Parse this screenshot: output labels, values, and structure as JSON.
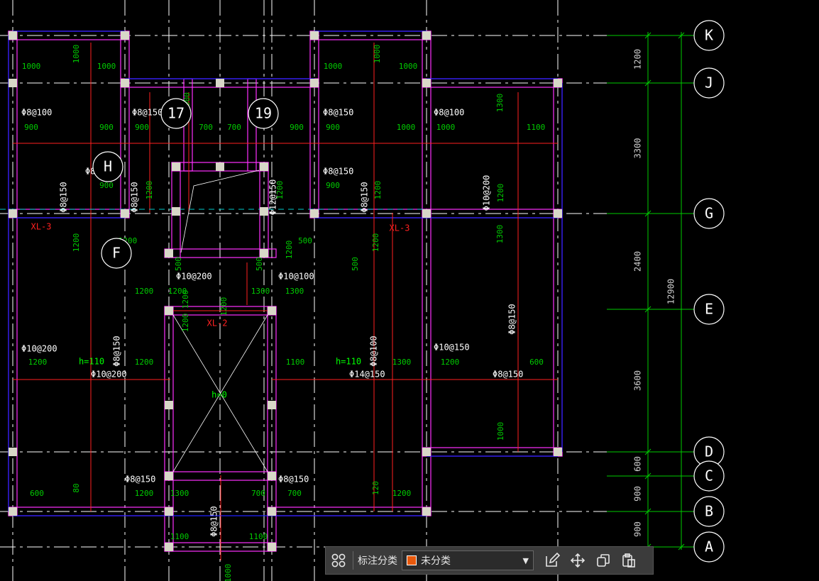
{
  "colors": {
    "background": "#000000",
    "wall": "#ff30ff",
    "beam": "#2020ff",
    "gridline": "#ffffff",
    "dimension": "#00cc00",
    "rebar_label": "#ffffff",
    "beam_label": "#ff2020",
    "column": "#d8d8c8",
    "accent": "#e8590c"
  },
  "axes": {
    "vertical": [
      "K",
      "J",
      "G",
      "E",
      "D",
      "C",
      "B",
      "A"
    ],
    "horizontal": [
      "17",
      "19",
      "H",
      "F"
    ]
  },
  "dimensions": {
    "segments": [
      "1200",
      "3300",
      "2400",
      "3600",
      "600",
      "900",
      "900"
    ],
    "total": "12900"
  },
  "annotations": {
    "rebar": [
      "Φ8@100",
      "Φ8@150",
      "Φ8@150",
      "Φ8@100",
      "Φ8@150",
      "Φ8@150",
      "Φ8@150",
      "Φ8@150",
      "Φ12@150",
      "Φ8@150",
      "Φ10@200",
      "Φ10@200",
      "Φ10@100",
      "Φ10@200",
      "Φ10@200",
      "Φ14@150",
      "Φ10@150",
      "Φ8@150",
      "Φ8@150",
      "Φ8@100",
      "Φ8@150",
      "Φ8@150",
      "Φ8@150",
      "Φ8@150"
    ],
    "beams": [
      "XL-3",
      "XL-3",
      "XL-2"
    ],
    "slabs": [
      "h=110",
      "h=110",
      "h=0"
    ],
    "lengths": [
      "1000",
      "1000",
      "1000",
      "1000",
      "1000",
      "1000",
      "900",
      "900",
      "900",
      "900",
      "900",
      "1000",
      "1000",
      "1100",
      "700",
      "700",
      "900",
      "900",
      "900",
      "1200",
      "1200",
      "1200",
      "1200",
      "1200",
      "1200",
      "500",
      "500",
      "1200",
      "500",
      "500",
      "1200",
      "1200",
      "1200",
      "1300",
      "1300",
      "1200",
      "1200",
      "1100",
      "1300",
      "1200",
      "600",
      "600",
      "1200",
      "1300",
      "700",
      "700",
      "1200",
      "1100",
      "1100",
      "1000",
      "1000",
      "1300",
      "1300",
      "80",
      "120",
      "1200",
      "1200",
      "1200"
    ]
  },
  "toolbar": {
    "grid_icon": "grid-icon",
    "category_label": "标注分类",
    "category_value": "未分类",
    "category_color": "#e8590c",
    "tools": [
      "edit-icon",
      "move-icon",
      "copy-icon",
      "paste-icon"
    ]
  }
}
